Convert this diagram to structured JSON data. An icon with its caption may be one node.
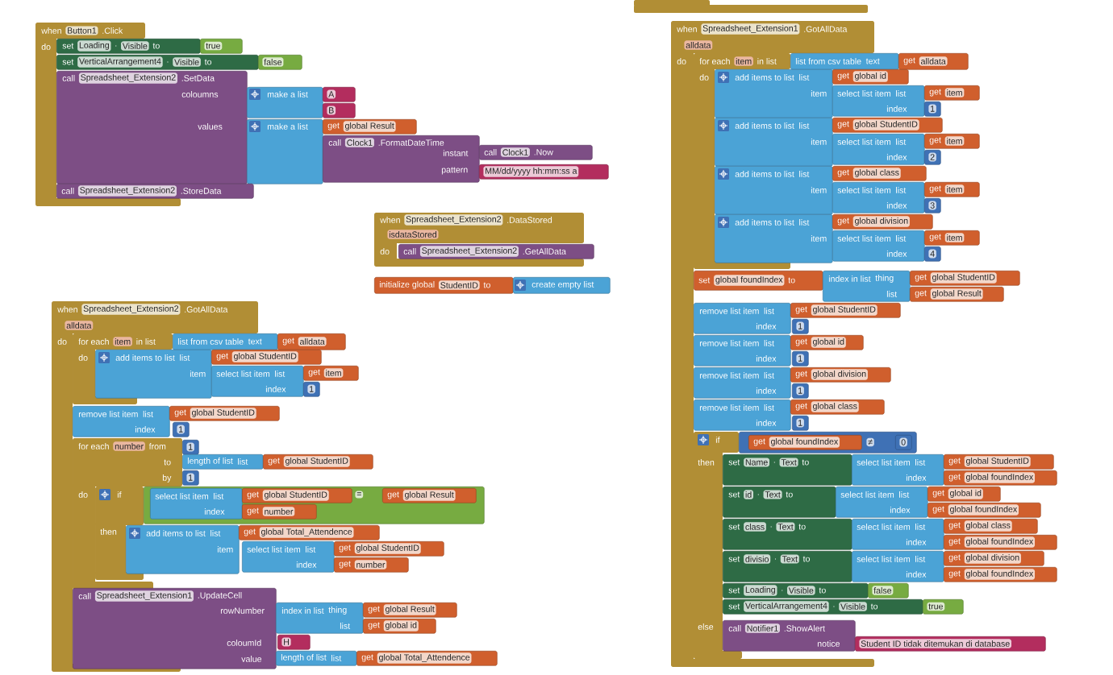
{
  "diagram": {
    "nodes": [
      {
        "text": [
          "when",
          "Button1",
          ".Click",
          "do"
        ]
      },
      {
        "text": [
          "set",
          "Loading",
          ".",
          "Visible",
          "to"
        ]
      },
      {
        "text": [
          "true"
        ]
      },
      {
        "text": [
          "set",
          "VerticalArrangement4",
          ".",
          "Visible",
          "to"
        ]
      },
      {
        "text": [
          "false"
        ]
      },
      {
        "text": [
          "call",
          "Spreadsheet_Extension2",
          ".SetData",
          "coloumns",
          "values"
        ]
      },
      {
        "text": [
          "make a list"
        ]
      },
      {
        "text": [
          "A"
        ]
      },
      {
        "text": [
          "B"
        ]
      },
      {
        "text": [
          "make a list"
        ]
      },
      {
        "text": [
          "get",
          "global Result"
        ]
      },
      {
        "text": [
          "call",
          "Clock1",
          ".FormatDateTime",
          "instant",
          "pattern"
        ]
      },
      {
        "text": [
          "call",
          "Clock1",
          ".Now"
        ]
      },
      {
        "text": [
          "MM/dd/yyyy hh:mm:ss a"
        ]
      },
      {
        "text": [
          "call",
          "Spreadsheet_Extension2",
          ".StoreData"
        ]
      },
      {
        "text": [
          "when",
          "Spreadsheet_Extension2",
          ".DataStored",
          "isdataStored",
          "do"
        ]
      },
      {
        "text": [
          "call",
          "Spreadsheet_Extension2",
          ".GetAllData"
        ],
        "in": 15
      },
      {
        "text": [
          "initialize global",
          "StudentID",
          "to"
        ]
      },
      {
        "text": [
          "create empty list"
        ]
      },
      {
        "text": [
          "when",
          "Spreadsheet_Extension2",
          ".GotAllData",
          "alldata",
          "do"
        ]
      },
      {
        "text": [
          "for each",
          "item",
          "in list",
          "do"
        ],
        "in": 19
      },
      {
        "text": [
          "list from csv table",
          "text"
        ]
      },
      {
        "text": [
          "get",
          "alldata"
        ]
      },
      {
        "text": [
          "add items to list",
          "list",
          "item"
        ],
        "in": 19
      },
      {
        "text": [
          "get",
          "global StudentID"
        ]
      },
      {
        "text": [
          "select list item",
          "list",
          "index"
        ]
      },
      {
        "text": [
          "get",
          "item"
        ]
      },
      {
        "text": [
          "1"
        ]
      },
      {
        "text": [
          "remove list item",
          "list",
          "index"
        ],
        "in": 19
      },
      {
        "text": [
          "get",
          "global StudentID"
        ]
      },
      {
        "text": [
          "1"
        ],
        "in": 19
      },
      {
        "text": [
          "for each",
          "number",
          "from",
          "to",
          "by",
          "do"
        ],
        "in": 19
      },
      {
        "text": [
          "1"
        ],
        "in": 19
      },
      {
        "text": [
          "length of list",
          "list"
        ],
        "in": 19
      },
      {
        "text": [
          "get",
          "global StudentID"
        ]
      },
      {
        "text": [
          "1"
        ],
        "in": 19
      },
      {
        "text": [
          "if",
          "then"
        ],
        "in": 31
      },
      {
        "text": [
          "="
        ]
      },
      {
        "text": [
          "select list item",
          "list",
          "index"
        ]
      },
      {
        "text": [
          "get",
          "global StudentID"
        ],
        "in": 37
      },
      {
        "text": [
          "get",
          "number"
        ],
        "in": 37
      },
      {
        "text": [
          "get",
          "global Result"
        ],
        "in": 37
      },
      {
        "text": [
          "add items to list",
          "list",
          "item"
        ],
        "in": 19
      },
      {
        "text": [
          "get",
          "global Total_Attendence"
        ]
      },
      {
        "text": [
          "select list item",
          "list",
          "index"
        ]
      },
      {
        "text": [
          "get",
          "global StudentID"
        ]
      },
      {
        "text": [
          "get",
          "number"
        ]
      },
      {
        "text": [
          "call",
          "Spreadsheet_Extension1",
          ".UpdateCell",
          "rowNumber",
          "coloumId",
          "value"
        ]
      },
      {
        "text": [
          "index in list",
          "thing",
          "list"
        ]
      },
      {
        "text": [
          "get",
          "global Result"
        ]
      },
      {
        "text": [
          "get",
          "global id"
        ]
      },
      {
        "text": [
          "H"
        ]
      },
      {
        "text": [
          "length of list",
          "list"
        ]
      },
      {
        "text": [
          "get",
          "global Total_Attendence"
        ]
      },
      {
        "text": [
          "when",
          "Spreadsheet_Extension1",
          ".GotAllData",
          "alldata",
          "do"
        ]
      },
      {
        "text": [
          "for each",
          "item",
          "in list",
          "do"
        ],
        "in": 54
      },
      {
        "text": [
          "list from csv table",
          "text"
        ]
      },
      {
        "text": [
          "get",
          "alldata"
        ]
      },
      {
        "text": [
          "add items to list",
          "list",
          "item"
        ],
        "in": 54
      },
      {
        "text": [
          "get",
          "global id"
        ]
      },
      {
        "text": [
          "select list item",
          "list",
          "index"
        ]
      },
      {
        "text": [
          "get",
          "item"
        ]
      },
      {
        "text": [
          "1"
        ]
      },
      {
        "text": [
          "add items to list",
          "list",
          "item"
        ],
        "in": 54
      },
      {
        "text": [
          "get",
          "global StudentID"
        ]
      },
      {
        "text": [
          "select list item",
          "list",
          "index"
        ]
      },
      {
        "text": [
          "get",
          "item"
        ]
      },
      {
        "text": [
          "2"
        ]
      },
      {
        "text": [
          "add items to list",
          "list",
          "item"
        ],
        "in": 54
      },
      {
        "text": [
          "get",
          "global class"
        ]
      },
      {
        "text": [
          "select list item",
          "list",
          "index"
        ]
      },
      {
        "text": [
          "get",
          "item"
        ]
      },
      {
        "text": [
          "3"
        ]
      },
      {
        "text": [
          "add items to list",
          "list",
          "item"
        ],
        "in": 54
      },
      {
        "text": [
          "get",
          "global division"
        ]
      },
      {
        "text": [
          "select list item",
          "list",
          "index"
        ]
      },
      {
        "text": [
          "get",
          "item"
        ]
      },
      {
        "text": [
          "4"
        ]
      },
      {
        "text": [
          "set",
          "global foundIndex",
          "to"
        ],
        "in": 54
      },
      {
        "text": [
          "index in list",
          "thing",
          "list"
        ]
      },
      {
        "text": [
          "get",
          "global StudentID"
        ]
      },
      {
        "text": [
          "get",
          "global Result"
        ]
      },
      {
        "text": [
          "remove list item",
          "list",
          "index"
        ],
        "in": 54
      },
      {
        "text": [
          "get",
          "global StudentID"
        ]
      },
      {
        "text": [
          "1"
        ],
        "in": 54
      },
      {
        "text": [
          "remove list item",
          "list",
          "index"
        ],
        "in": 54
      },
      {
        "text": [
          "get",
          "global id"
        ],
        "in": 54
      },
      {
        "text": [
          "1"
        ],
        "in": 54
      },
      {
        "text": [
          "remove list item",
          "list",
          "index"
        ],
        "in": 54
      },
      {
        "text": [
          "get",
          "global division"
        ]
      },
      {
        "text": [
          "1"
        ],
        "in": 54
      },
      {
        "text": [
          "remove list item",
          "list",
          "index"
        ],
        "in": 54
      },
      {
        "text": [
          "get",
          "global class"
        ]
      },
      {
        "text": [
          "1"
        ],
        "in": 54
      },
      {
        "text": [
          "if",
          "then",
          "else"
        ],
        "in": 54
      },
      {
        "text": [
          "≠"
        ]
      },
      {
        "text": [
          "get",
          "global foundIndex"
        ]
      },
      {
        "text": [
          "0"
        ],
        "in": 95
      },
      {
        "text": [
          "set",
          "Name",
          ".",
          "Text",
          "to"
        ],
        "in": 54
      },
      {
        "text": [
          "select list item",
          "list",
          "index"
        ]
      },
      {
        "text": [
          "get",
          "global StudentID"
        ]
      },
      {
        "text": [
          "get",
          "global foundIndex"
        ]
      },
      {
        "text": [
          "set",
          "id",
          ".",
          "Text",
          "to"
        ],
        "in": 54
      },
      {
        "text": [
          "select list item",
          "list",
          "index"
        ]
      },
      {
        "text": [
          "get",
          "global id"
        ]
      },
      {
        "text": [
          "get",
          "global foundIndex"
        ]
      },
      {
        "text": [
          "set",
          "class",
          ".",
          "Text",
          "to"
        ],
        "in": 54
      },
      {
        "text": [
          "select list item",
          "list",
          "index"
        ]
      },
      {
        "text": [
          "get",
          "global class"
        ]
      },
      {
        "text": [
          "get",
          "global foundIndex"
        ]
      },
      {
        "text": [
          "set",
          "divisio",
          ".",
          "Text",
          "to"
        ],
        "in": 54
      },
      {
        "text": [
          "select list item",
          "list",
          "index"
        ]
      },
      {
        "text": [
          "get",
          "global division"
        ]
      },
      {
        "text": [
          "get",
          "global foundIndex"
        ]
      },
      {
        "text": [
          "set",
          "Loading",
          ".",
          "Visible",
          "to"
        ],
        "in": 54
      },
      {
        "text": [
          "false"
        ]
      },
      {
        "text": [
          "set",
          "VerticalArrangement4",
          ".",
          "Visible",
          "to"
        ]
      },
      {
        "text": [
          "true"
        ]
      },
      {
        "text": [
          "call",
          "Notifier1",
          ".ShowAlert",
          "notice"
        ],
        "in": 54
      },
      {
        "text": [
          "Student ID tidak ditemukan di database"
        ]
      }
    ]
  }
}
